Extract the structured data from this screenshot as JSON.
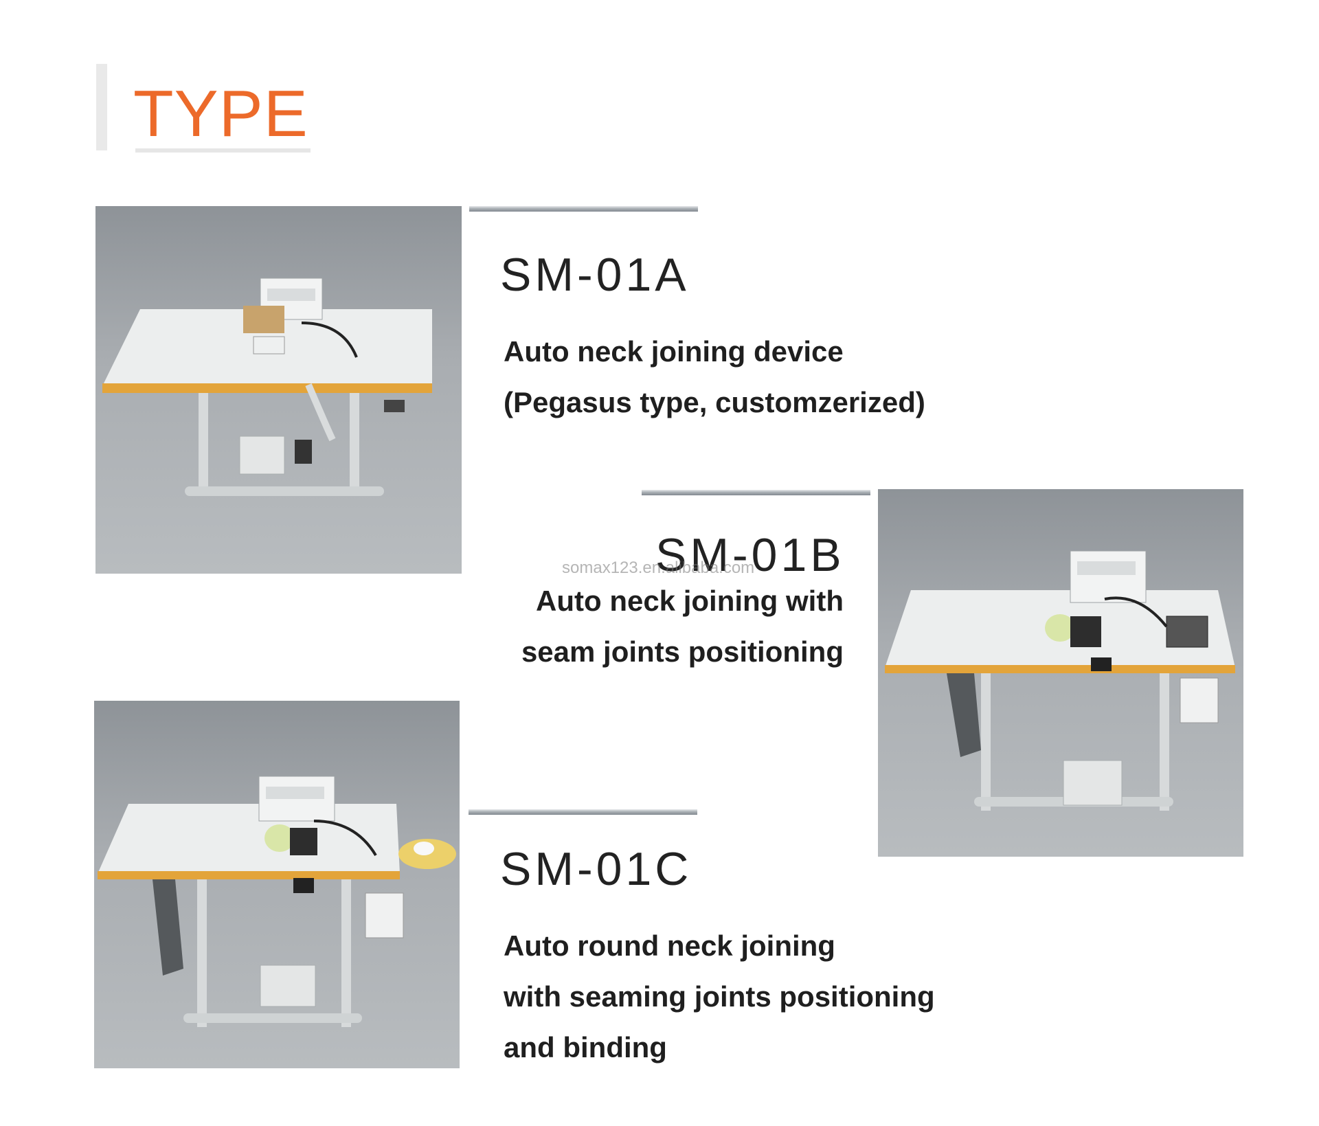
{
  "header": {
    "title": "TYPE"
  },
  "products": [
    {
      "model": "SM-01A",
      "description_lines": [
        "Auto neck joining device",
        "(Pegasus type, customzerized)"
      ]
    },
    {
      "model": "SM-01B",
      "description_lines": [
        "Auto neck joining with",
        "seam joints positioning"
      ]
    },
    {
      "model": "SM-01C",
      "description_lines": [
        "Auto round neck joining",
        "with seaming joints positioning",
        "and binding"
      ]
    }
  ],
  "watermark": "somax123.en.alibaba.com",
  "colors": {
    "accent": "#ec6a2a",
    "text": "#222222",
    "photo_bg": "#a9adb1"
  }
}
